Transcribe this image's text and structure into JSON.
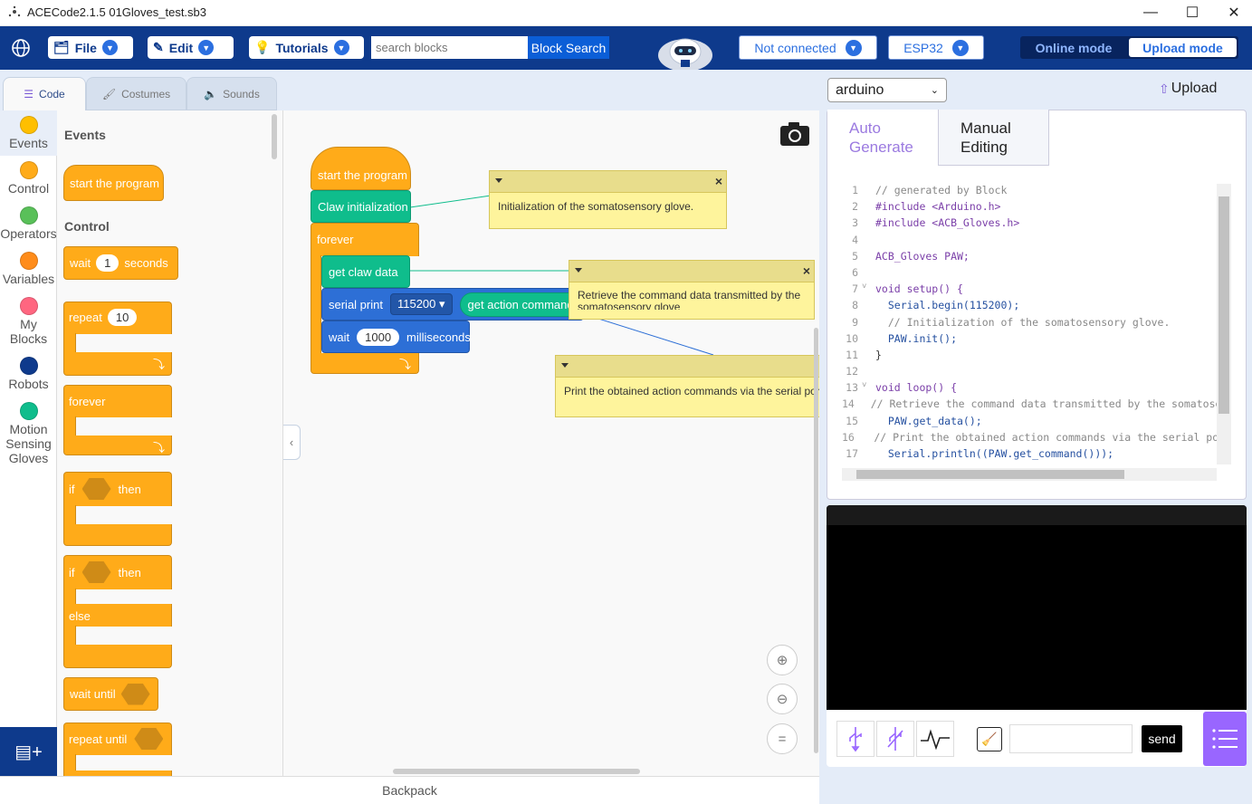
{
  "window": {
    "title": "ACECode2.1.5 01Gloves_test.sb3"
  },
  "menubar": {
    "file_label": "File",
    "edit_label": "Edit",
    "tutorials_label": "Tutorials",
    "search_placeholder": "search blocks",
    "block_search_label": "Block Search",
    "connection_label": "Not connected",
    "board_label": "ESP32",
    "online_mode_label": "Online mode",
    "upload_mode_label": "Upload mode"
  },
  "tabs": {
    "code": "Code",
    "costumes": "Costumes",
    "sounds": "Sounds"
  },
  "categories": [
    {
      "label": "Events",
      "color": "#ffbf00"
    },
    {
      "label": "Control",
      "color": "#ffab19"
    },
    {
      "label": "Operators",
      "color": "#59c059"
    },
    {
      "label": "Variables",
      "color": "#ff8c1a"
    },
    {
      "label": "My Blocks",
      "color": "#ff6680"
    },
    {
      "label": "Robots",
      "color": "#0e3a8c"
    },
    {
      "label": "Motion Sensing Gloves",
      "color": "#0fbd8c"
    }
  ],
  "palette": {
    "events_title": "Events",
    "start_program": "start the program",
    "control_title": "Control",
    "wait": "wait",
    "wait_value": "1",
    "seconds": "seconds",
    "repeat": "repeat",
    "repeat_value": "10",
    "forever": "forever",
    "if": "if",
    "then": "then",
    "else": "else",
    "wait_until": "wait until",
    "repeat_until": "repeat until"
  },
  "workspace": {
    "start_program": "start the program",
    "claw_init": "Claw initialization",
    "forever": "forever",
    "get_claw_data": "get claw data",
    "serial_print": "serial print",
    "baud": "115200",
    "get_action_command": "get action command",
    "wait": "wait",
    "wait_value": "1000",
    "milliseconds": "milliseconds",
    "note1": "Initialization of the somatosensory glove.",
    "note2": "Retrieve the command data transmitted by the somatosensory glove",
    "note3": "Print the obtained action commands via the serial port"
  },
  "backpack_label": "Backpack",
  "right": {
    "board_select": "arduino",
    "upload_label": "Upload",
    "tab_auto": "Auto Generate",
    "tab_manual": "Manual Editing",
    "send_label": "send"
  },
  "code_lines": [
    "// generated by Block",
    "#include <Arduino.h>",
    "#include <ACB_Gloves.h>",
    "",
    "ACB_Gloves PAW;",
    "",
    "void setup() {",
    "  Serial.begin(115200);",
    "  // Initialization of the somatosensory glove.",
    "  PAW.init();",
    "}",
    "",
    "void loop() {",
    "  // Retrieve the command data transmitted by the somatosensory glove",
    "  PAW.get_data();",
    "  // Print the obtained action commands via the serial port",
    "  Serial.println((PAW.get_command()));"
  ]
}
